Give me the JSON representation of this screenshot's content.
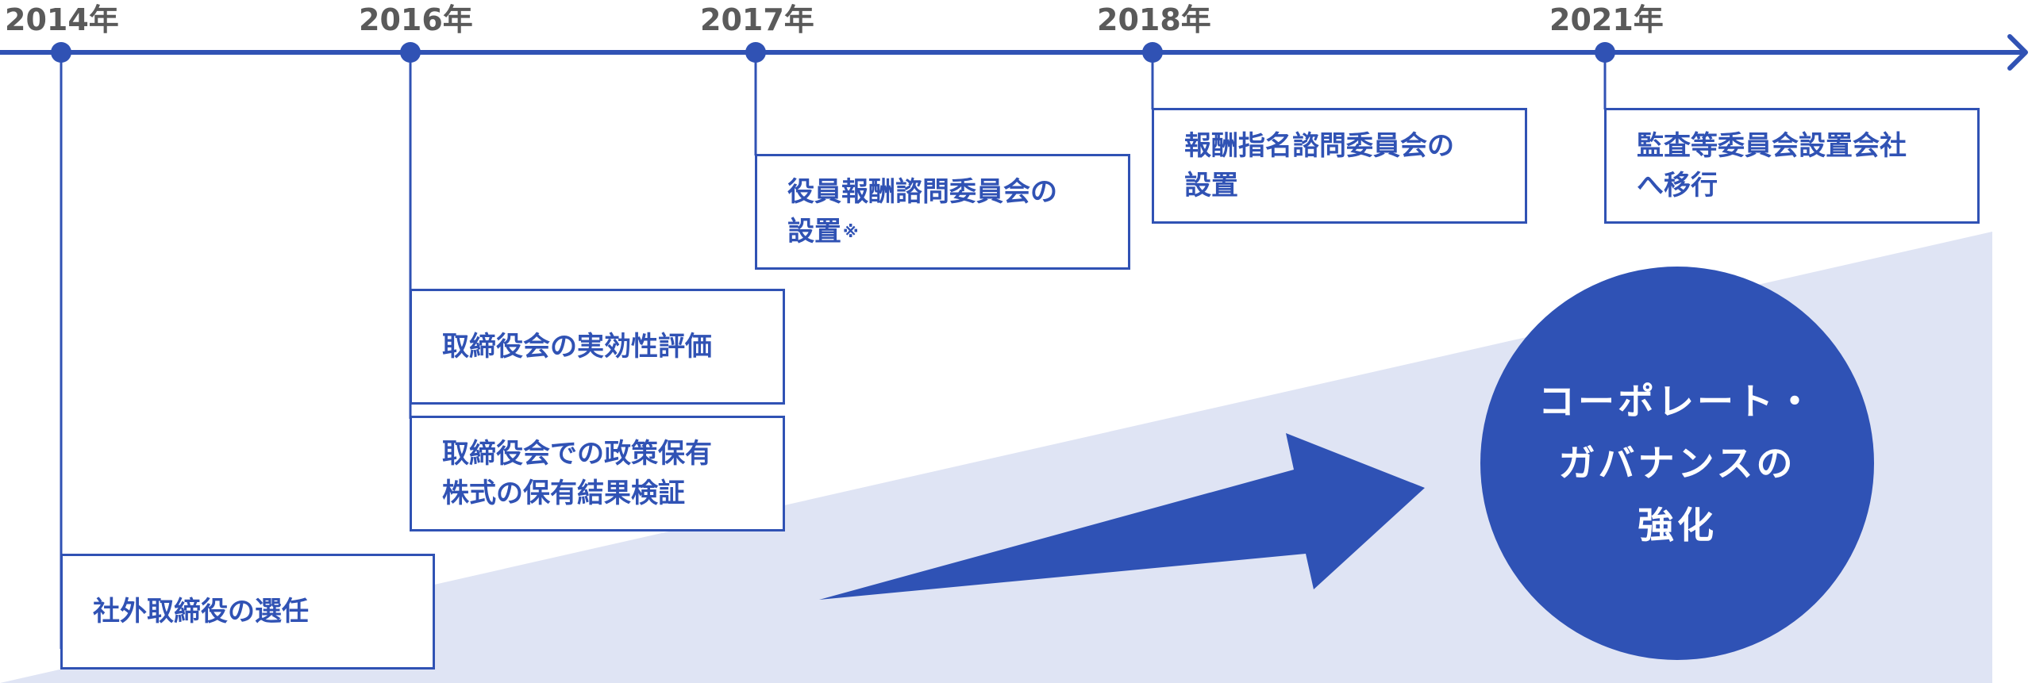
{
  "colors": {
    "accent": "#3052b4",
    "year_text": "#5a5a5a",
    "wedge": "#dfe4f4",
    "circle": "#2f52b5"
  },
  "timeline": {
    "years": [
      "2014年",
      "2016年",
      "2017年",
      "2018年",
      "2021年"
    ],
    "arrow_icon": "arrow-right-icon"
  },
  "events": {
    "y2014": {
      "label": "社外取締役の選任"
    },
    "y2016a": {
      "label": "取締役会の実効性評価"
    },
    "y2016b": {
      "label": "取締役会での政策保有\n株式の保有結果検証"
    },
    "y2017": {
      "label": "役員報酬諮問委員会の\n設置",
      "note": "※"
    },
    "y2018": {
      "label": "報酬指名諮問委員会の\n設置"
    },
    "y2021": {
      "label": "監査等委員会設置会社\nへ移行"
    }
  },
  "goal": {
    "label": "コーポレート・\nガバナンスの\n強化"
  }
}
